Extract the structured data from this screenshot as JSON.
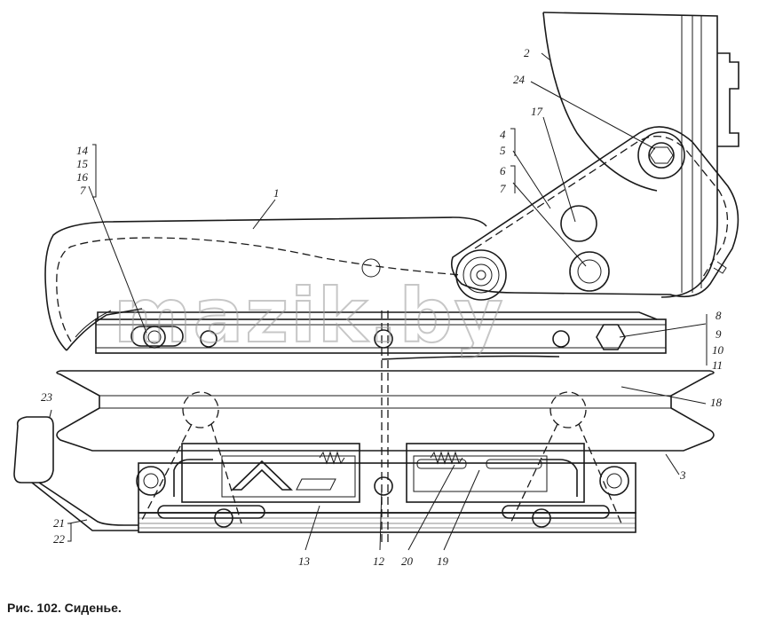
{
  "caption": "Рис. 102. Сиденье.",
  "watermark": "mazik.by",
  "callouts": {
    "c1": "1",
    "c2": "2",
    "c3": "3",
    "c4": "4",
    "c5": "5",
    "c6": "6",
    "c7a": "7",
    "c7b": "7",
    "c8": "8",
    "c9": "9",
    "c10": "10",
    "c11": "11",
    "c12": "12",
    "c13": "13",
    "c14": "14",
    "c15": "15",
    "c16": "16",
    "c17": "17",
    "c18": "18",
    "c19": "19",
    "c20": "20",
    "c21": "21",
    "c22": "22",
    "c23": "23",
    "c24": "24"
  }
}
